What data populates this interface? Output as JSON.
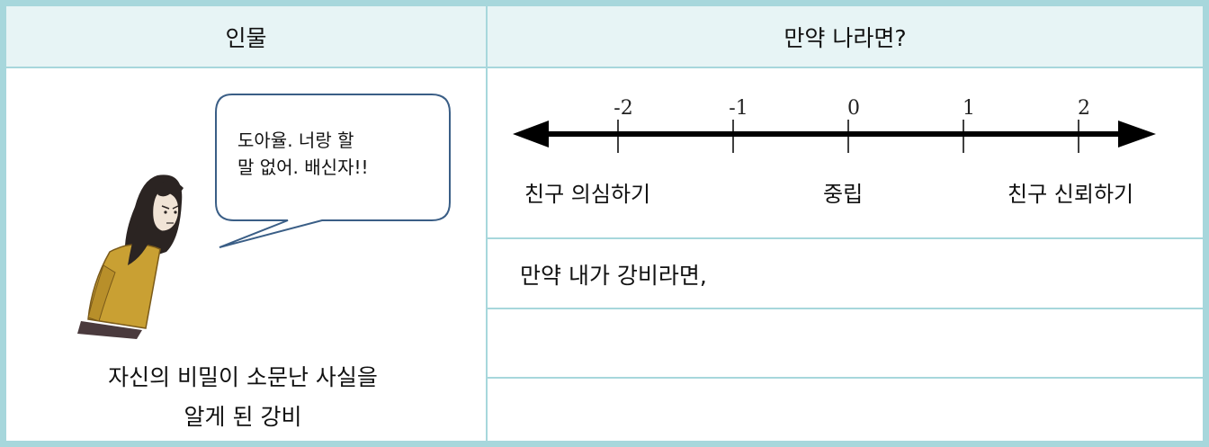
{
  "table": {
    "header_left": "인물",
    "header_right": "만약 나라면?"
  },
  "character": {
    "speech": [
      "도아율. 너랑 할",
      "말 없어. 배신자!!"
    ],
    "caption": [
      "자신의 비밀이 소문난 사실을",
      "알게 된 강비"
    ]
  },
  "scale": {
    "ticks": [
      "-2",
      "-1",
      "0",
      "1",
      "2"
    ],
    "left_label": "친구 의심하기",
    "center_label": "중립",
    "right_label": "친구 신뢰하기"
  },
  "prompt": "만약 내가 강비라면,",
  "colors": {
    "border": "#a7d7dc",
    "header_bg": "#e7f4f5"
  }
}
